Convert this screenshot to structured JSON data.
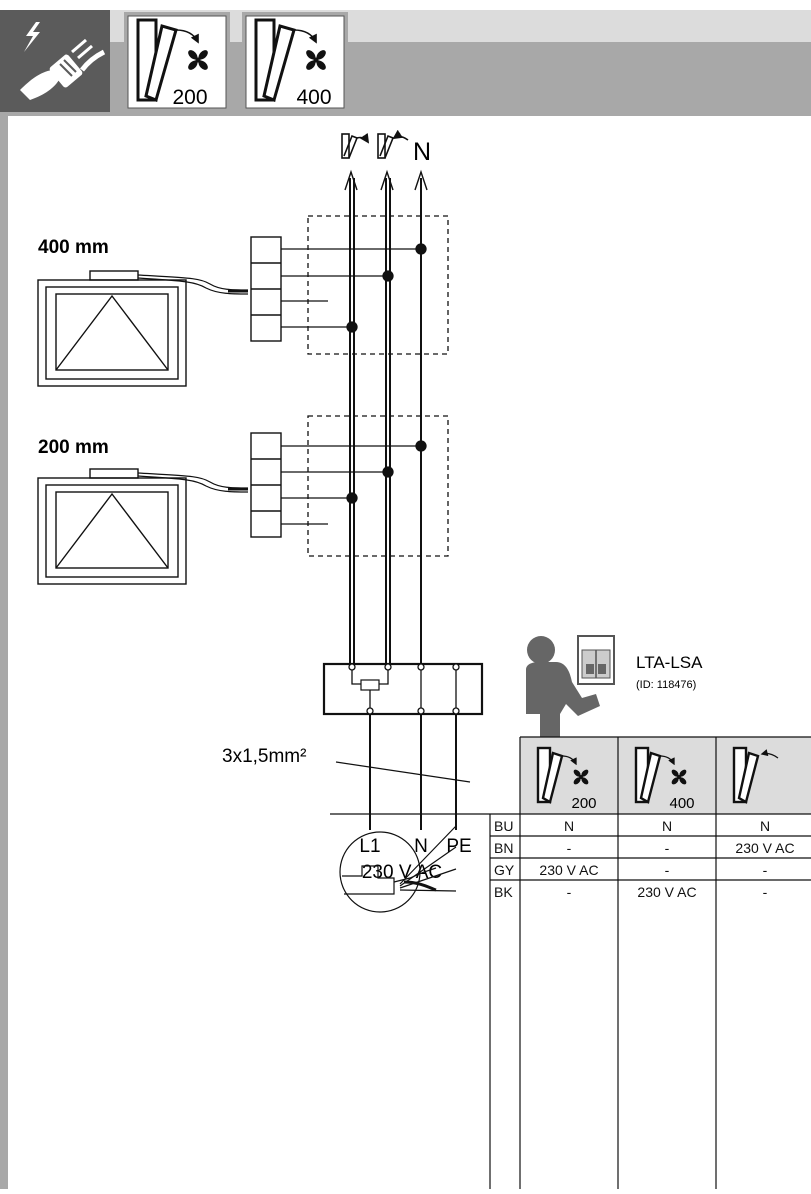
{
  "header": {
    "tab_200_label": "200",
    "tab_400_label": "400",
    "colors": {
      "dark_tab": "#5b5b5b",
      "band": "#a8a8a8",
      "band_light": "#dcdcdc"
    }
  },
  "diagram": {
    "top_label_n": "N",
    "window_400_label": "400 mm",
    "window_200_label": "200 mm",
    "device_name": "LTA-LSA",
    "device_id": "(ID: 118476)",
    "cable_label": "3x1,5mm²",
    "terminal_l1": "L1",
    "terminal_n": "N",
    "terminal_pe": "PE",
    "supply_voltage": "230 V AC"
  },
  "wire_table": {
    "header_icons": [
      {
        "icon": "open-fan-200-icon",
        "label": "200"
      },
      {
        "icon": "open-fan-400-icon",
        "label": "400"
      },
      {
        "icon": "close-window-icon",
        "label": ""
      }
    ],
    "rows": [
      {
        "color": "BU",
        "cells": [
          "N",
          "N",
          "N"
        ]
      },
      {
        "color": "BN",
        "cells": [
          "-",
          "-",
          "230 V AC"
        ]
      },
      {
        "color": "GY",
        "cells": [
          "230 V AC",
          "-",
          "-"
        ]
      },
      {
        "color": "BK",
        "cells": [
          "-",
          "230 V AC",
          "-"
        ]
      }
    ]
  }
}
